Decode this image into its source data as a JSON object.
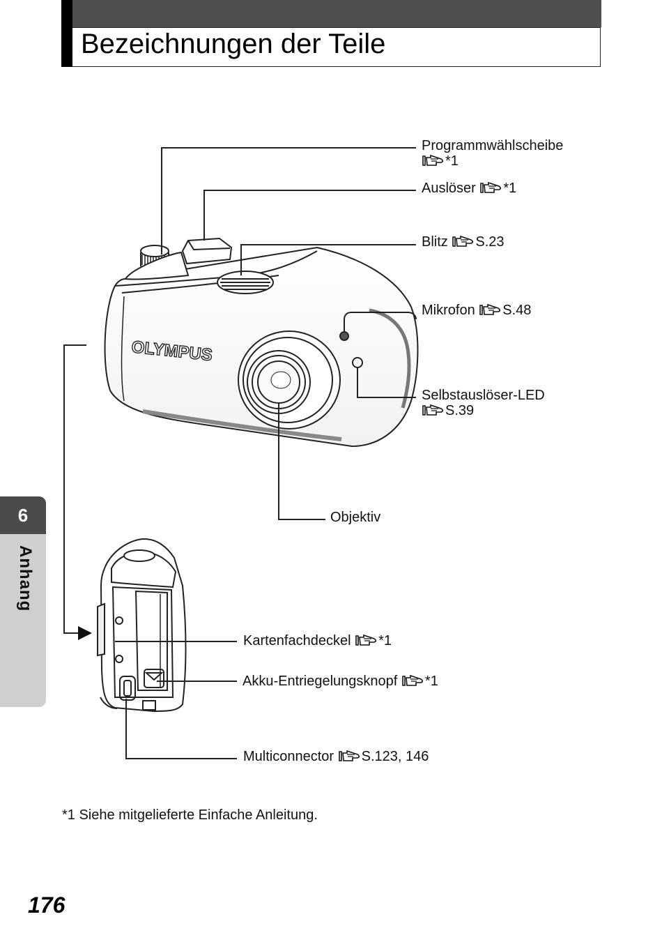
{
  "page": {
    "title": "Bezeichnungen der Teile",
    "chapter_number": "6",
    "chapter_label": "Anhang",
    "footnote": "*1 Siehe mitgelieferte Einfache Anleitung.",
    "page_number": "176"
  },
  "camera": {
    "brand": "OLYMPUS"
  },
  "labels": {
    "programmwahlscheibe": {
      "name": "Programmwählscheibe",
      "ref": "*1"
    },
    "ausloser": {
      "name": "Auslöser",
      "ref": "*1"
    },
    "blitz": {
      "name": "Blitz",
      "ref": "S.23"
    },
    "mikrofon": {
      "name": "Mikrofon",
      "ref": "S.48"
    },
    "selbstausloser": {
      "name": "Selbstauslöser-LED",
      "ref": "S.39"
    },
    "objektiv": {
      "name": "Objektiv"
    },
    "kartenfachdeckel": {
      "name": "Kartenfachdeckel",
      "ref": "*1"
    },
    "akku": {
      "name": "Akku-Entriegelungsknopf",
      "ref": "*1"
    },
    "multiconnector": {
      "name": "Multiconnector",
      "ref": "S.123, 146"
    }
  },
  "icons": {
    "reference": "pointing-hand-icon"
  }
}
